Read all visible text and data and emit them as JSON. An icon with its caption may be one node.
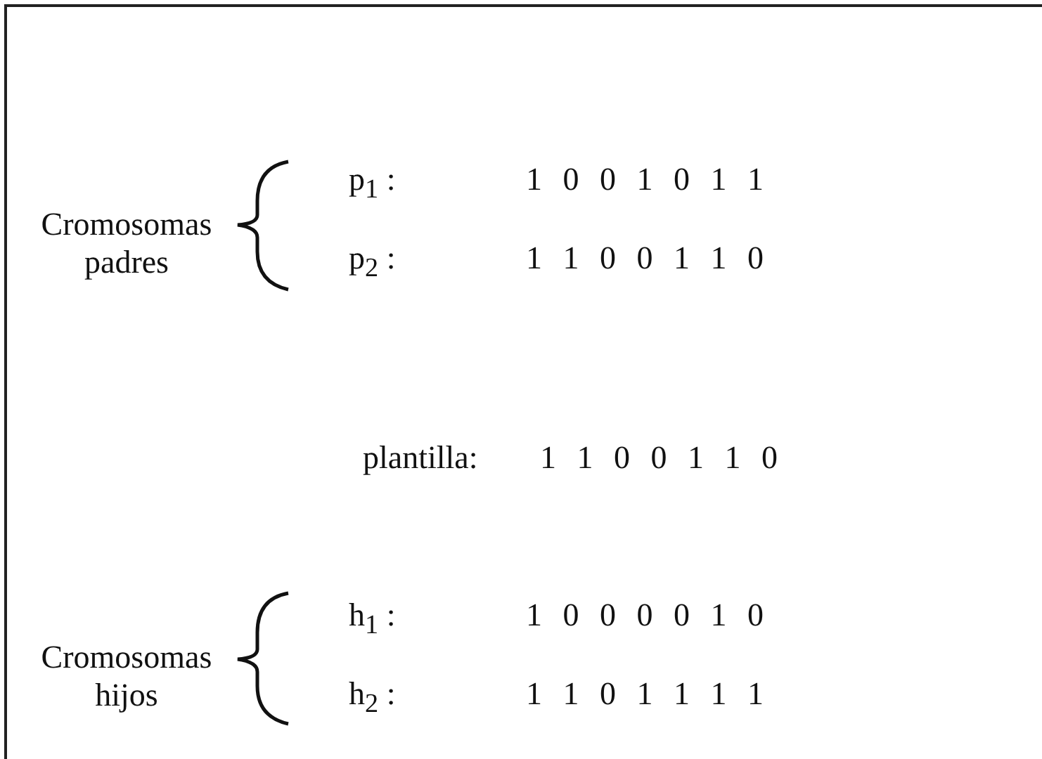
{
  "diagram": {
    "labels": [
      "p$_{1}$ :",
      "1 0 0 1 0 1 1",
      "Cromosomas padres",
      "p$_{2}$ :",
      "1 1 0 0 1 1 0",
      "plantilla:",
      "1 1 0 0 1 1 0",
      "h$_{1}$ :",
      "1 0 0 0 0 1 0",
      "Cromosomas hijos",
      "h$_{2}$ :",
      "1 1 0 1 1 1 1"
    ]
  }
}
